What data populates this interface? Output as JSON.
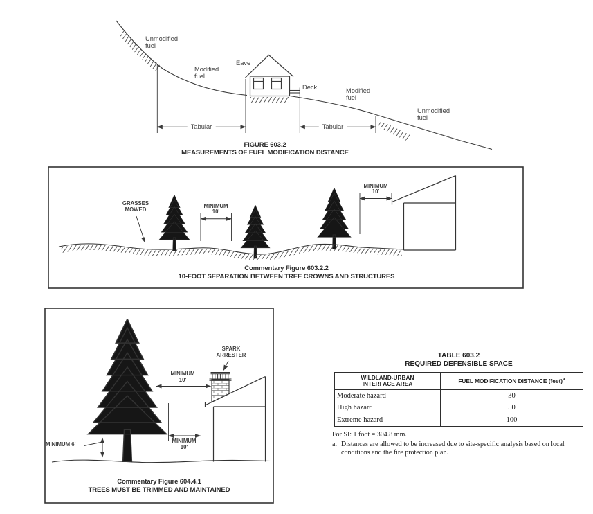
{
  "colors": {
    "ink": "#3a3a3a",
    "tree_fill": "#161616",
    "background": "#ffffff"
  },
  "figA": {
    "unmodified_left": {
      "l1": "Unmodified",
      "l2": "fuel"
    },
    "modified_left": {
      "l1": "Modified",
      "l2": "fuel"
    },
    "eave": "Eave",
    "deck": "Deck",
    "modified_right": {
      "l1": "Modified",
      "l2": "fuel"
    },
    "unmodified_right": {
      "l1": "Unmodified",
      "l2": "fuel"
    },
    "tabular_left": "Tabular",
    "tabular_right": "Tabular",
    "caption": {
      "l1": "FIGURE 603.2",
      "l2": "MEASUREMENTS OF FUEL MODIFICATION DISTANCE"
    }
  },
  "figB": {
    "grasses": {
      "l1": "GRASSES",
      "l2": "MOWED"
    },
    "min10_trees": {
      "l1": "MINIMUM",
      "l2": "10'"
    },
    "min10_structure": {
      "l1": "MINIMUM",
      "l2": "10'"
    },
    "caption": {
      "l1": "Commentary Figure 603.2.2",
      "l2": "10-FOOT SEPARATION BETWEEN TREE CROWNS AND STRUCTURES"
    }
  },
  "figC": {
    "spark_arrester": {
      "l1": "SPARK",
      "l2": "ARRESTER"
    },
    "min10_upper": {
      "l1": "MINIMUM",
      "l2": "10'"
    },
    "min10_lower": {
      "l1": "MINIMUM",
      "l2": "10'"
    },
    "min6": "MINIMUM 6'",
    "caption": {
      "l1": "Commentary Figure 604.4.1",
      "l2": "TREES MUST BE TRIMMED AND MAINTAINED"
    }
  },
  "table": {
    "title": {
      "l1": "TABLE 603.2",
      "l2": "REQUIRED DEFENSIBLE SPACE"
    },
    "col1": {
      "l1": "WILDLAND-URBAN",
      "l2": "INTERFACE AREA"
    },
    "col2": {
      "label": "FUEL MODIFICATION DISTANCE (feet)",
      "superscript": "a"
    },
    "rows": [
      {
        "area": "Moderate hazard",
        "distance": "30"
      },
      {
        "area": "High hazard",
        "distance": "50"
      },
      {
        "area": "Extreme hazard",
        "distance": "100"
      }
    ],
    "footnote_si": "For SI: 1 foot = 304.8 mm.",
    "footnote_a_mark": "a.",
    "footnote_a_text": "Distances are allowed to be increased due to site-specific analysis based on local conditions and the fire protection plan."
  }
}
